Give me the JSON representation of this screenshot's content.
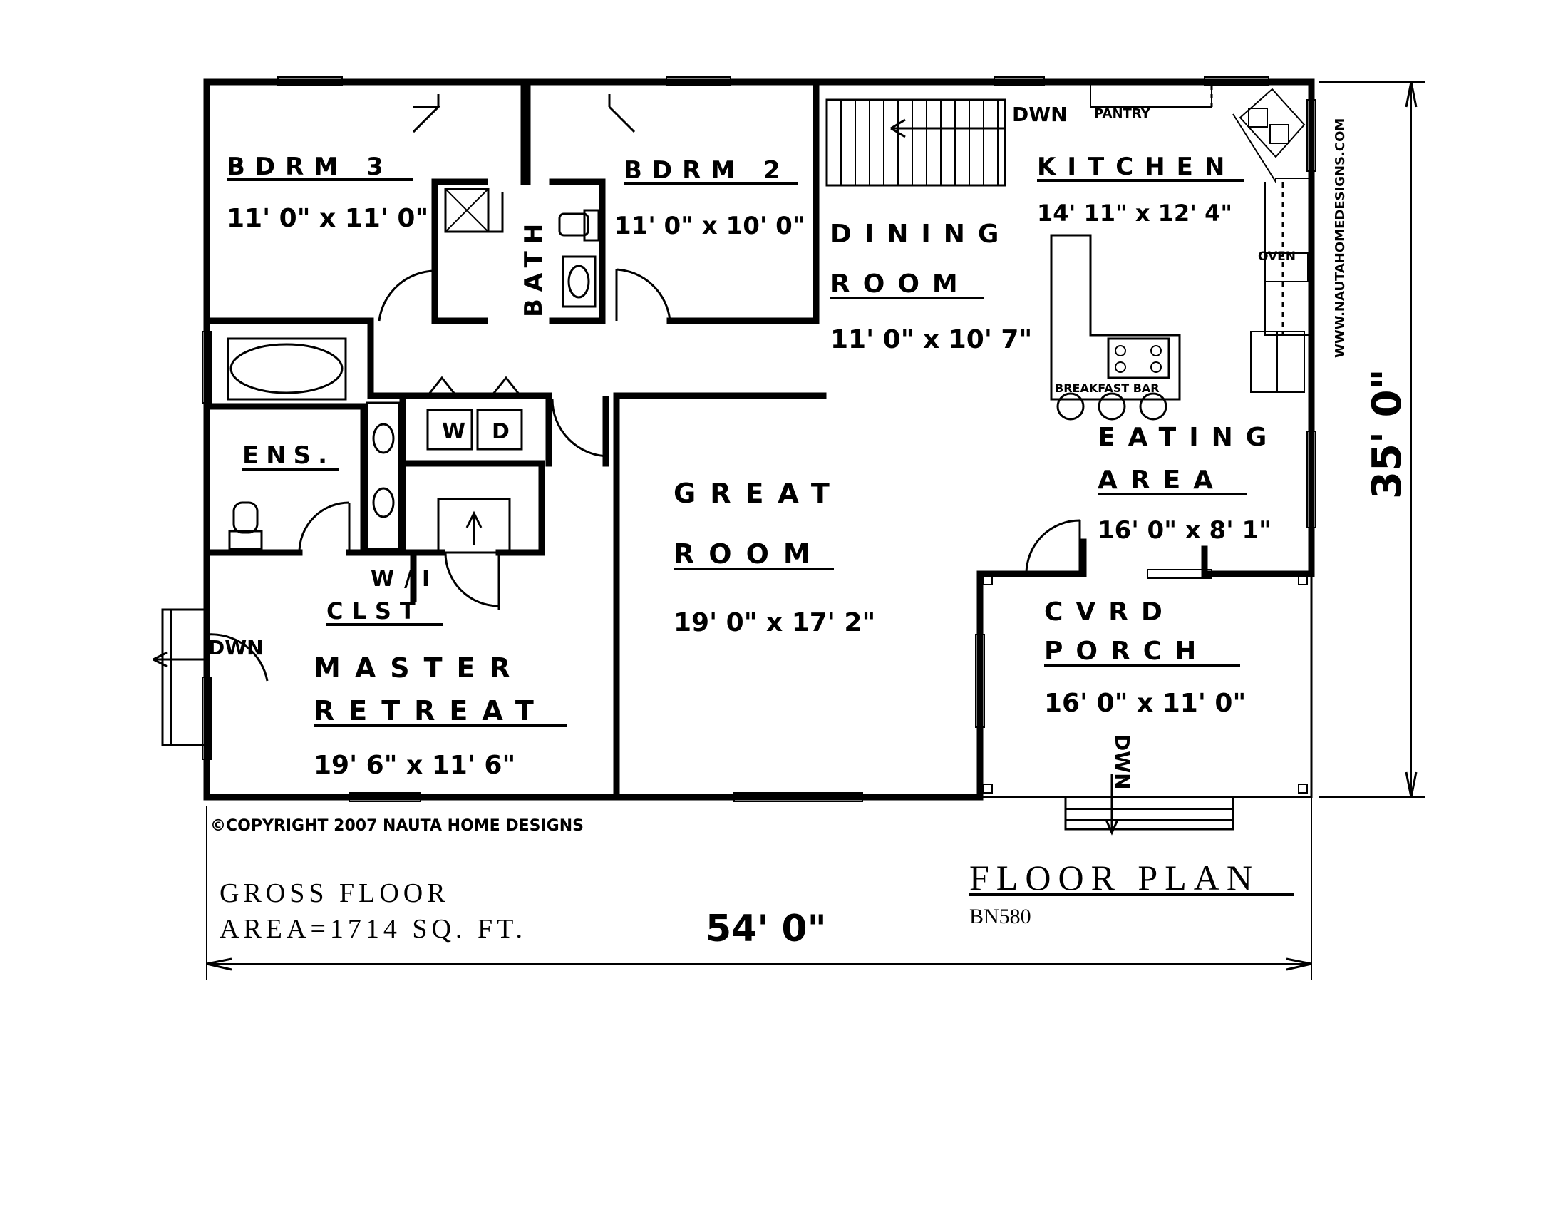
{
  "rooms": {
    "bdrm3": {
      "name": "BDRM 3",
      "size": "11' 0\" x 11' 0\""
    },
    "bdrm2": {
      "name": "BDRM 2",
      "size": "11' 0\" x 10' 0\""
    },
    "bath": {
      "name": "BATH"
    },
    "dining": {
      "name_line1": "DINING",
      "name_line2": "ROOM",
      "size": "11' 0\" x 10' 7\""
    },
    "kitchen": {
      "name": "KITCHEN",
      "size": "14' 11\" x 12' 4\""
    },
    "pantry": {
      "name": "PANTRY"
    },
    "oven": {
      "name": "OVEN"
    },
    "breakfast_bar": {
      "name": "BREAKFAST BAR"
    },
    "eating": {
      "name_line1": "EATING",
      "name_line2": "AREA",
      "size": "16' 0\" x 8' 1\""
    },
    "ens": {
      "name": "ENS."
    },
    "washer": {
      "label": "W"
    },
    "dryer": {
      "label": "D"
    },
    "great": {
      "name_line1": "GREAT",
      "name_line2": "ROOM",
      "size": "19' 0\" x 17' 2\""
    },
    "closet": {
      "name_line1": "W/I",
      "name_line2": "CLST"
    },
    "master": {
      "name_line1": "MASTER",
      "name_line2": "RETREAT",
      "size": "19' 6\" x 11' 6\""
    },
    "porch": {
      "name_line1": "CVRD",
      "name_line2": "PORCH",
      "size": "16' 0\" x 11' 0\""
    }
  },
  "stairs": {
    "down_label": "DWN"
  },
  "website": "WWW.NAUTAHOMEDESIGNS.COM",
  "copyright": "©COPYRIGHT 2007 NAUTA HOME DESIGNS",
  "dimensions": {
    "width": "54' 0\"",
    "depth": "35' 0\""
  },
  "area": {
    "line1": "GROSS FLOOR",
    "line2": "AREA=1714 SQ. FT."
  },
  "title": {
    "main": "FLOOR PLAN",
    "code": "BN580"
  },
  "colors": {
    "ink": "#000000",
    "paper": "#ffffff"
  }
}
